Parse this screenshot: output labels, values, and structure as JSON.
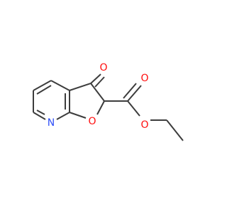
{
  "molecule": {
    "atoms": [
      {
        "id": "O_ketone",
        "label": "O",
        "color": "#ff0d0d"
      },
      {
        "id": "O_ester_carbonyl",
        "label": "O",
        "color": "#ff0d0d"
      },
      {
        "id": "O_ester_ether",
        "label": "O",
        "color": "#ff0d0d"
      },
      {
        "id": "O_ring",
        "label": "O",
        "color": "#ff0d0d"
      },
      {
        "id": "N_ring",
        "label": "N",
        "color": "#3050f8"
      }
    ],
    "bond_color": "#3c3c3c"
  }
}
